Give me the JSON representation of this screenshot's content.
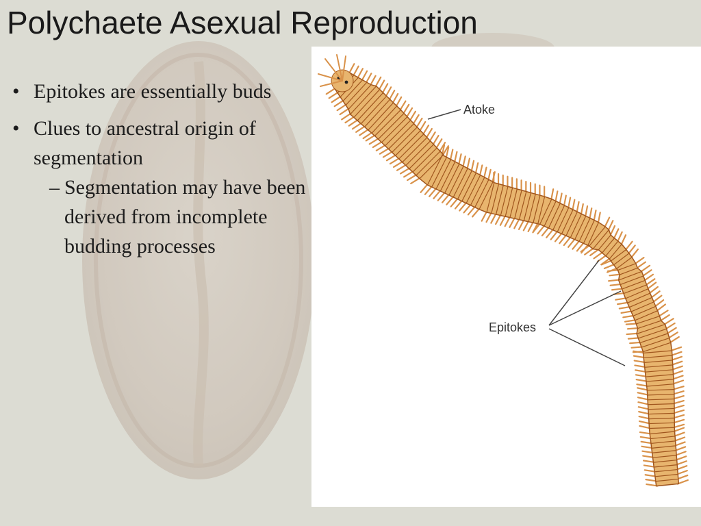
{
  "slide": {
    "title": "Polychaete Asexual Reproduction",
    "bullets": [
      {
        "text": "Epitokes are essentially buds"
      },
      {
        "text": "Clues to ancestral origin of segmentation"
      }
    ],
    "sub_bullets": [
      {
        "text": "Segmentation may have been derived from incomplete budding processes"
      }
    ]
  },
  "figure": {
    "labels": {
      "atoke": "Atoke",
      "epitokes": "Epitokes"
    },
    "colors": {
      "body": "#e8b56e",
      "segment_line": "#a0561e",
      "parapodia": "#d9924a",
      "pointer_line": "#444444"
    }
  }
}
